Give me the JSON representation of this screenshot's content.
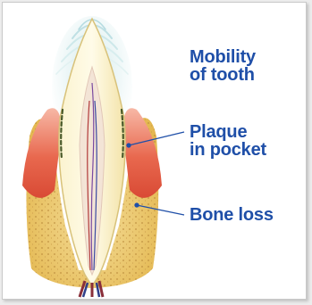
{
  "labels": {
    "mobility": [
      "Mobility",
      "of tooth"
    ],
    "plaque": [
      "Plaque",
      "in pocket"
    ],
    "bone_loss": "Bone loss"
  },
  "colors": {
    "label_text": "#1f4fa8",
    "leader_line": "#1f4fa8",
    "bone": "#e9c566",
    "gum": "#e66a50",
    "enamel": "#f6efc8",
    "pulp": "#f1e3d6"
  }
}
